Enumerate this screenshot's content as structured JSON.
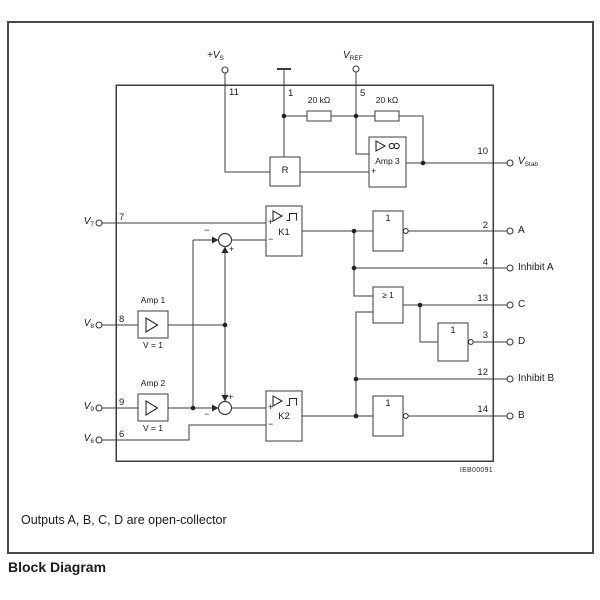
{
  "colors": {
    "line": "#3d3d3d",
    "frame": "#4a4a4a",
    "text": "#1c1c1c"
  },
  "title": "Block Diagram",
  "note": "Outputs A, B, C, D are open-collector",
  "figure_code": "IEB00091",
  "marks": {
    "plus": "+",
    "minus": "−"
  },
  "power": {
    "supply": {
      "base": "+V",
      "sub": "S",
      "pin": "11"
    },
    "ground": {
      "pin": "1"
    },
    "vref": {
      "base": "V",
      "sub": "REF",
      "pin": "5"
    },
    "vstab": {
      "base": "V",
      "sub": "Stab",
      "pin": "10"
    }
  },
  "resistors": [
    {
      "value": "20 kΩ"
    },
    {
      "value": "20 kΩ"
    }
  ],
  "blocks": {
    "regulator": "R",
    "amp3": {
      "label": "Amp 3"
    },
    "amp1": {
      "label": "Amp 1",
      "gain": "V = 1"
    },
    "amp2": {
      "label": "Amp 2",
      "gain": "V = 1"
    },
    "k1": "K1",
    "k2": "K2",
    "or_gate": "≥ 1",
    "buffer": "1"
  },
  "inputs": [
    {
      "base": "V",
      "sub": "7",
      "pin": "7"
    },
    {
      "base": "V",
      "sub": "8",
      "pin": "8"
    },
    {
      "base": "V",
      "sub": "9",
      "pin": "9"
    },
    {
      "base": "V",
      "sub": "6",
      "pin": "6"
    }
  ],
  "outputs": [
    {
      "pin": "2",
      "label": "A"
    },
    {
      "pin": "4",
      "label": "Inhibit A"
    },
    {
      "pin": "13",
      "label": "C"
    },
    {
      "pin": "3",
      "label": "D"
    },
    {
      "pin": "12",
      "label": "Inhibit B"
    },
    {
      "pin": "14",
      "label": "B"
    }
  ]
}
